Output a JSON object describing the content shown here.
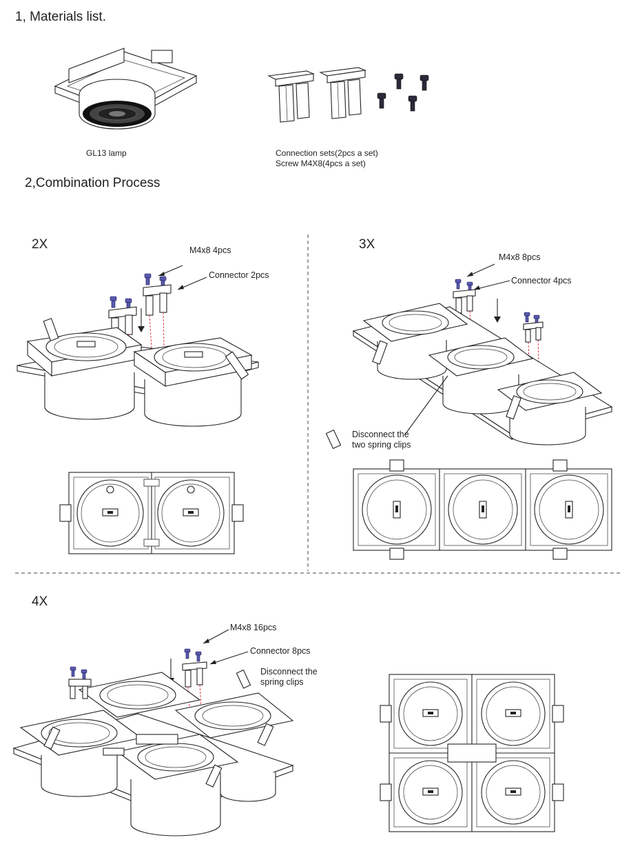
{
  "headings": {
    "materials": "1, Materials list.",
    "combination": "2,Combination Process"
  },
  "materials": {
    "lamp_caption": "GL13 lamp",
    "connection_caption": "Connection sets(2pcs a set)",
    "screw_caption": "Screw M4X8(4pcs a set)"
  },
  "config_2x": {
    "title": "2X",
    "screws_label": "M4x8 4pcs",
    "connector_label": "Connector 2pcs"
  },
  "config_3x": {
    "title": "3X",
    "screws_label": "M4x8 8pcs",
    "connector_label": "Connector 4pcs",
    "note_line1": "Disconnect the",
    "note_line2": "two spring clips"
  },
  "config_4x": {
    "title": "4X",
    "screws_label": "M4x8  16pcs",
    "connector_label": "Connector 8pcs",
    "note_line1": "Disconnect the",
    "note_line2": "spring clips"
  }
}
